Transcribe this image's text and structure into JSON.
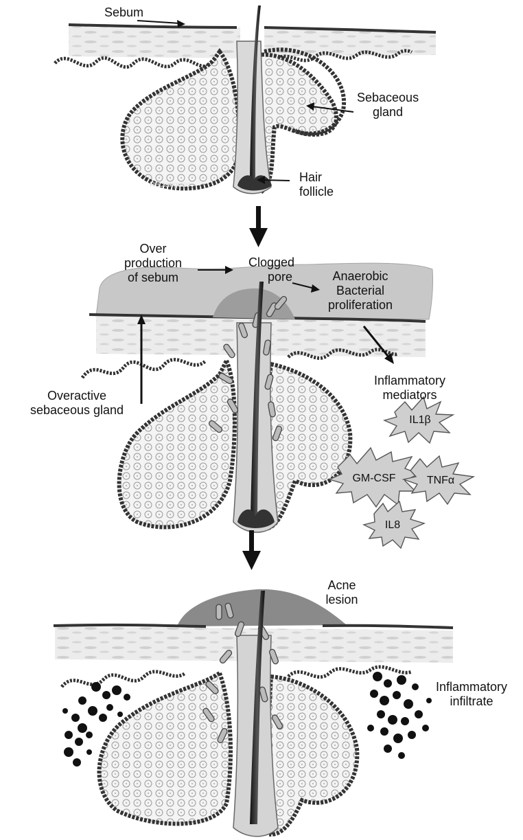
{
  "stage1": {
    "sebum": "Sebum",
    "sebaceous_gland_1": "Sebaceous",
    "sebaceous_gland_2": "gland",
    "hair_follicle_1": "Hair",
    "hair_follicle_2": "follicle",
    "watermark": "Rectangular"
  },
  "stage2": {
    "over_production_1": "Over",
    "over_production_2": "production",
    "over_production_3": "of sebum",
    "clogged_1": "Clogged",
    "clogged_2": "pore",
    "anaerobic_1": "Anaerobic",
    "anaerobic_2": "Bacterial",
    "anaerobic_3": "proliferation",
    "overactive_1": "Overactive",
    "overactive_2": "sebaceous gland",
    "inflammatory_1": "Inflammatory",
    "inflammatory_2": "mediators",
    "mediators": [
      "IL1β",
      "GM-CSF",
      "TNFα",
      "IL8"
    ]
  },
  "stage3": {
    "acne_1": "Acne",
    "acne_2": "lesion",
    "infiltrate_1": "Inflammatory",
    "infiltrate_2": "infiltrate"
  }
}
